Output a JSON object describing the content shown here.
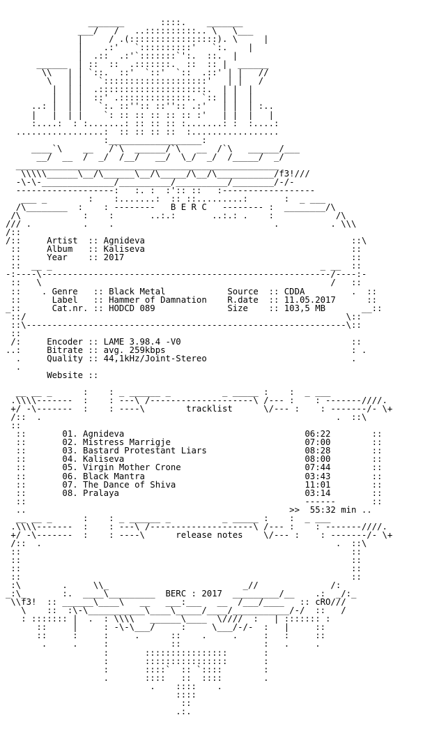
{
  "nfo": {
    "lines": [
      "                _______       ::::.    _______",
      "              ___/   /   ..::::::::::.. \\   \\___",
      "              |     / .(:::::::::::::::::). \\     |",
      "              |    .:'   `::::::::::'   `:.    |",
      "              |  .::  .:'`:::::::`':.  ::.  |",
      "      ______  | ::  ::  .:::::::.  ::  :: |  ______",
      "       \\\\   | | `::.  ::'  `::'  `::  .::' | |   //",
      "        \\   | |   `::::::::::::::::::::'   | |   /",
      "         |  | |  .:::::::::::::::::::::.  | |  |",
      "         |  | |  ::' .::::::::::::::. `:: | |  |",
      "     ..: |  | |   `:. ::'':: ::'':: .:'   | |  | :..",
      "     |   |  | |    `: :: :: :: :: :: :'   | |  |   |",
      "     :....:  : :.......: :: :: :: :.......: :  :....:",
      "  .................:  :: :: :: ::  :.................",
      "                   :__________________:",
      "     ____`\\    __   /`\\  ______/`\\   __  /`\\   ______/___",
      "      __/  __  /  _/  /__/   __/  \\_/  _/  /_____/  _/",
      "  ___________________________________________________",
      "   \\\\\\\\\\______\\__/\\______\\__/\\_____/\\__/\\___________/f3!///",
      "  -\\-\\-______________/__________/__________/________/-/-",
      "  -------------------:   :. :  :':: ::   :------------------",
      "   ___ _        :    :.......:  :: ::.........:       :  _ ___",
      "  /\\________  :    : --------   B E R C   -------- :  ________/\\",
      " /\\            :    :       ..:.:       ..:.: .    :            /\\",
      "/// .          .    .                               .          . \\\\\\",
      "/::",
      "/::     Artist  :: Agnideva                                        ::\\",
      " ::     Album   :: Kaliseva                                        ::",
      " ::     Year    :: 2017                                            ::",
      " ::  __ _                                                    _ __  ::",
      "-:----\\--------------------------------------------------------/----:-",
      " ::   \\                                                        /   ::",
      " ::    . Genre   :: Black Metal            Source  :: CDDA         .  ::",
      " ::      Label   :: Hammer of Damnation    R.date  :: 11.05.2017      ::",
      "_::      Cat.nr. :: HODCD 089              Size    :: 103,5 MB       __::",
      " ::/                                                              \\::",
      " ::\\--------------------------------------------------------------\\::",
      " ::",
      " /:     Encoder :: LAME 3.98.4 -V0                                 ::",
      "..:     Bitrate :: avg. 259kbps                                    : .",
      "  .     Quality :: 44,1kHz/Joint-Stereo                            .",
      "  .",
      "        Website ::",
      "",
      "  __ __ _      :    : _ ______ _          _ _____ :    :  _ ___",
      " .\\\\\\\\-------  :    : ---\\ /--------------------\\ /--- :    : -------////.",
      " +/ -\\-------  :    : ----\\        tracklist      \\/--- :    : -------/- \\+",
      " /::  .                                                         .  ::\\",
      " ::",
      "  ::       01. Agnideva                                   06:22        ::",
      "  ::       02. Mistress Marrigje                          07:00        ::",
      "  ::       03. Bastard Protestant Liars                   08:28        ::",
      "  ::       04. Kaliseva                                   08:00        ::",
      "  ::       05. Virgin Mother Crone                        07:44        ::",
      "  ::       06. Black Mantra                               03:43        ::",
      "  ::       07. The Dance of Shiva                         11:01        ::",
      "  ::       08. Pralaya                                    03:14        ::",
      "  ::                                                      ------       ::",
      "  ..                                                   >>  55:32 min ..",
      "  __ __ _      :    : _ ______ _          _ _____ :    :  _ ___",
      " .\\\\\\\\-------  :    : ---\\ /--------------------\\ /--- :    : -------////.",
      " +/ -\\-------  :    : ----\\      release notes    \\/--- :    : -------/- \\+",
      " /::  .                                                         .  ::\\",
      " ::                                                                ::",
      " ::                                                                ::",
      " ::                                                                ::",
      " ::                                                                ::",
      " :\\        .     \\\\_                          _//              /:",
      "_:\\_       :.  ____\\_________  BERC : 2017  _________/__    .:  _/:_",
      " \\\\f3!  :: ______\\____\\   __   ___:___   __  /___/____   :: cRO///",
      "   \\    ::  :\\-\\___________\\____\\_____/____/___________/-/  ::   /",
      "   : ::::::: |  .  : \\\\\\\\   ______\\____  \\////  :   | ::::::: :",
      "      ::     |     : -\\-\\___/     :     \\___/-/-  :   |     ::",
      "      ::     :     :     .      ::    .     .     :   :     ::",
      "       .     .     :            ::                :   .     .",
      "                   :       ::::::::::::::::       :",
      "                   :       ::::::::::::::::       :",
      "                   :       ::::`  :: `::::        :",
      "                   .       ::::   ::  ::::        .",
      "                            .    ::::    .",
      "                                 ::::",
      "                                  ::",
      "                                 .:."
    ]
  }
}
